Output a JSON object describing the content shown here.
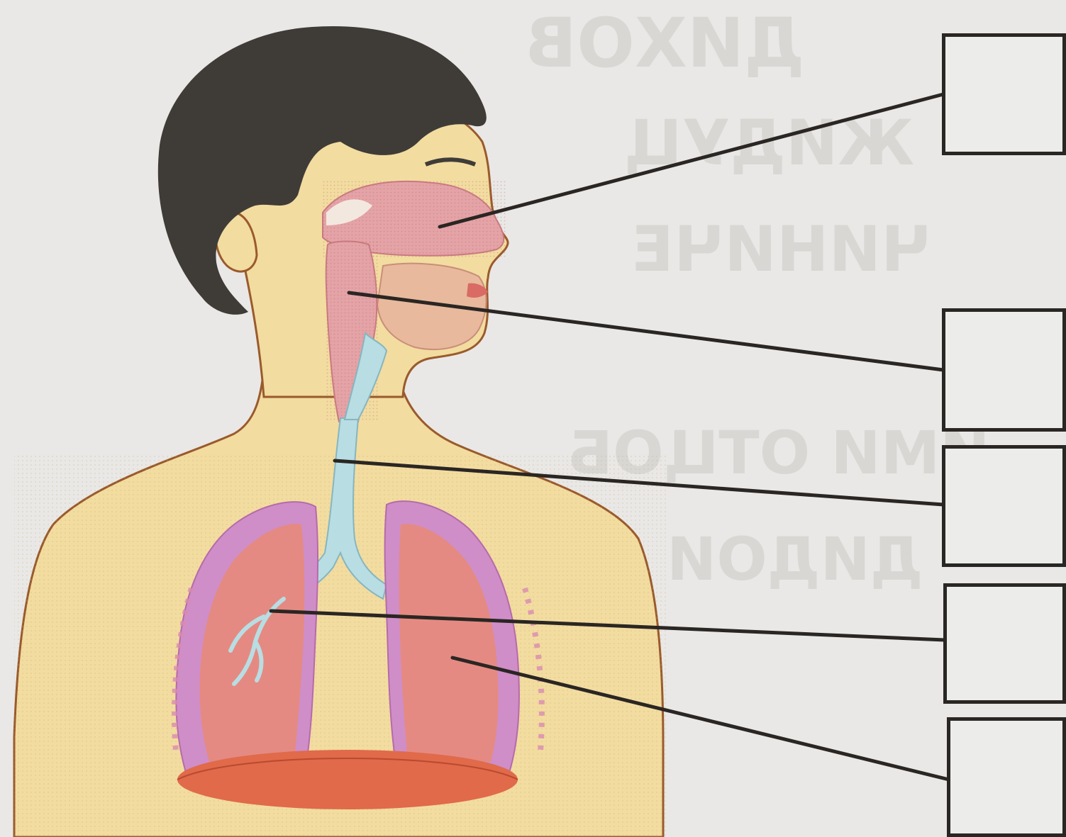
{
  "labels": [
    {
      "id": "nasal-cavity",
      "text": ""
    },
    {
      "id": "pharynx",
      "text": ""
    },
    {
      "id": "trachea",
      "text": ""
    },
    {
      "id": "bronchi",
      "text": ""
    },
    {
      "id": "lungs",
      "text": ""
    }
  ],
  "colors": {
    "background": "#e9e8e6",
    "skin": "#f2dca0",
    "outline": "#9a5a2c",
    "hair": "#3f3c37",
    "airway_pink": "#e4a3a6",
    "trachea_blue": "#b8dde3",
    "lung_purple": "#cf8ec8",
    "lung_red": "#e58a82",
    "diaphragm": "#e06a4a",
    "leader_line": "#2a2623",
    "box_border": "#2a2623"
  }
}
